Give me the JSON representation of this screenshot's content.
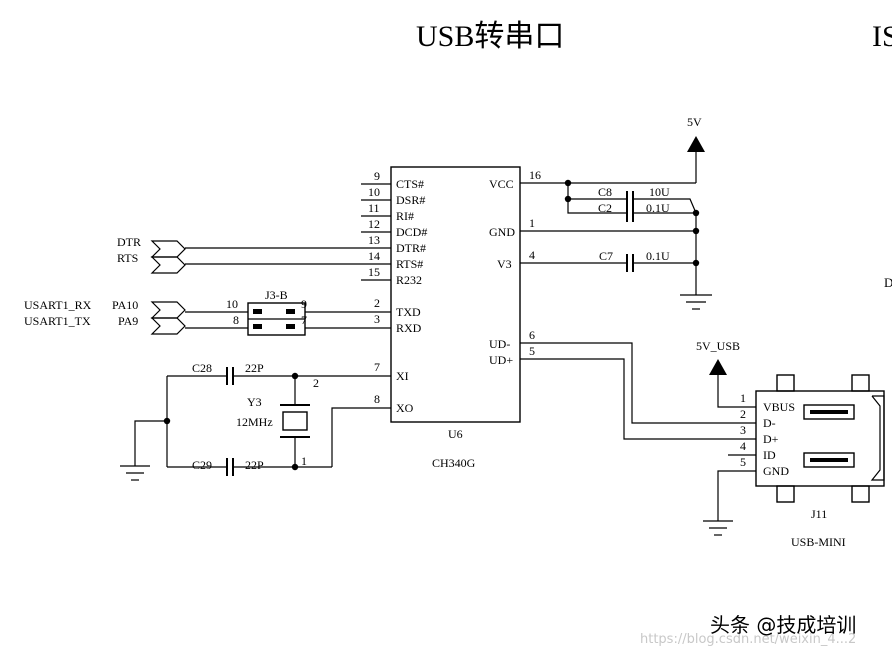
{
  "title": "USB转串口",
  "title_right_fragment": "IS",
  "right_edge_fragment": "D",
  "chip": {
    "ref": "U6",
    "part": "CH340G",
    "left_pins": [
      {
        "num": "9",
        "name": "CTS#"
      },
      {
        "num": "10",
        "name": "DSR#"
      },
      {
        "num": "11",
        "name": "RI#"
      },
      {
        "num": "12",
        "name": "DCD#"
      },
      {
        "num": "13",
        "name": "DTR#"
      },
      {
        "num": "14",
        "name": "RTS#"
      },
      {
        "num": "15",
        "name": "R232"
      },
      {
        "num": "2",
        "name": "TXD"
      },
      {
        "num": "3",
        "name": "RXD"
      },
      {
        "num": "7",
        "name": "XI"
      },
      {
        "num": "8",
        "name": "XO"
      }
    ],
    "right_pins": [
      {
        "num": "16",
        "name": "VCC"
      },
      {
        "num": "1",
        "name": "GND"
      },
      {
        "num": "4",
        "name": "V3"
      },
      {
        "num": "6",
        "name": "UD-"
      },
      {
        "num": "5",
        "name": "UD+"
      }
    ]
  },
  "power": {
    "five_v": "5V",
    "five_v_usb": "5V_USB"
  },
  "capacitors": [
    {
      "ref": "C8",
      "value": "10U"
    },
    {
      "ref": "C2",
      "value": "0.1U"
    },
    {
      "ref": "C7",
      "value": "0.1U"
    },
    {
      "ref": "C28",
      "value": "22P"
    },
    {
      "ref": "C29",
      "value": "22P"
    }
  ],
  "crystal": {
    "ref": "Y3",
    "value": "12MHz",
    "pin_top": "2",
    "pin_bottom": "1"
  },
  "jumper": {
    "ref": "J3-B",
    "pins": [
      "10",
      "9",
      "8",
      "7"
    ]
  },
  "nets": {
    "dtr": "DTR",
    "rts": "RTS",
    "usart_rx": "USART1_RX",
    "usart_tx": "USART1_TX",
    "pa10": "PA10",
    "pa9": "PA9"
  },
  "connector": {
    "ref": "J11",
    "part": "USB-MINI",
    "pins": [
      {
        "num": "1",
        "name": "VBUS"
      },
      {
        "num": "2",
        "name": "D-"
      },
      {
        "num": "3",
        "name": "D+"
      },
      {
        "num": "4",
        "name": "ID"
      },
      {
        "num": "5",
        "name": "GND"
      }
    ]
  },
  "watermark": {
    "brand": "头条 @技成培训",
    "faint": "https://blog.csdn.net/weixin_4...2"
  }
}
